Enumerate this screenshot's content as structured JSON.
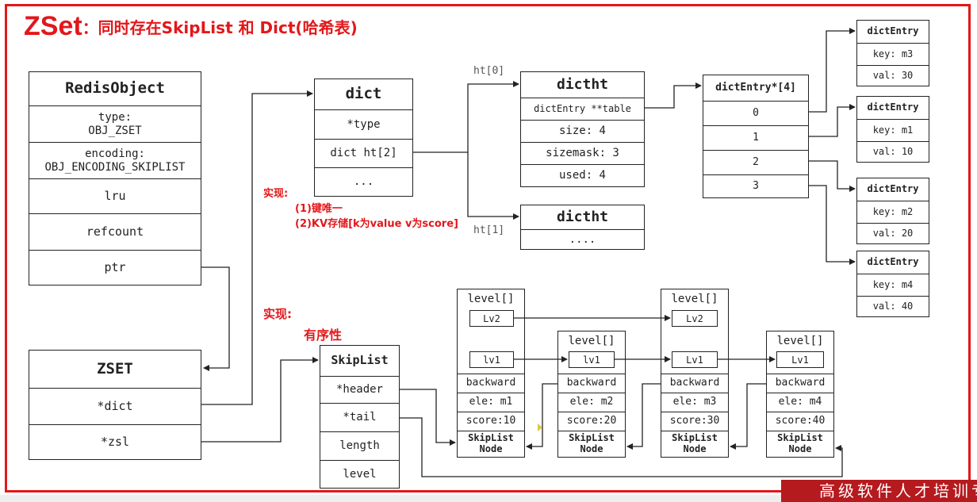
{
  "title": {
    "prefix": "ZSet",
    "rest": "：同时存在SkipList 和 Dict(哈希表)"
  },
  "colors": {
    "accent": "#e3171a",
    "line": "#222222",
    "brand": "#b51a1e"
  },
  "redis_object": {
    "header": "RedisObject",
    "type": "type:\nOBJ_ZSET",
    "encoding": "encoding:\nOBJ_ENCODING_SKIPLIST",
    "lru": "lru",
    "refcount": "refcount",
    "ptr": "ptr"
  },
  "zset": {
    "header": "ZSET",
    "dict": "*dict",
    "zsl": "*zsl"
  },
  "dict": {
    "header": "dict",
    "type": "*type",
    "ht": "dict ht[2]",
    "more": "..."
  },
  "labels": {
    "ht0": "ht[0]",
    "ht1": "ht[1]"
  },
  "dictht0": {
    "header": "dictht",
    "table": "dictEntry **table",
    "size": "size: 4",
    "sizemask": "sizemask: 3",
    "used": "used: 4"
  },
  "dictht1": {
    "header": "dictht",
    "more": "...."
  },
  "entry_array": {
    "header": "dictEntry*[4]",
    "slots": [
      "0",
      "1",
      "2",
      "3"
    ]
  },
  "entries": [
    {
      "header": "dictEntry",
      "key": "key: m3",
      "val": "val: 30"
    },
    {
      "header": "dictEntry",
      "key": "key: m1",
      "val": "val: 10"
    },
    {
      "header": "dictEntry",
      "key": "key: m2",
      "val": "val: 20"
    },
    {
      "header": "dictEntry",
      "key": "key: m4",
      "val": "val: 40"
    }
  ],
  "notes": {
    "impl1": "实现:",
    "impl1_line1": "(1)键唯一",
    "impl1_line2": "(2)KV存储[k为value v为score]",
    "impl2": "实现:",
    "impl2_line1": "有序性"
  },
  "skiplist": {
    "header": "SkipList",
    "header_ptr": "*header",
    "tail": "*tail",
    "length": "length",
    "level": "level"
  },
  "nodes": [
    {
      "level": "level[]",
      "lv2": "Lv2",
      "lv1": "lv1",
      "backward": "backward",
      "ele": "ele: m1",
      "score": "score:10",
      "footer": "SkipList\nNode"
    },
    {
      "level": "level[]",
      "lv1": "lv1",
      "backward": "backward",
      "ele": "ele: m2",
      "score": "score:20",
      "footer": "SkipList\nNode"
    },
    {
      "level": "level[]",
      "lv2": "Lv2",
      "lv1": "Lv1",
      "backward": "backward",
      "ele": "ele: m3",
      "score": "score:30",
      "footer": "SkipList\nNode"
    },
    {
      "level": "level[]",
      "lv1": "Lv1",
      "backward": "backward",
      "ele": "ele: m4",
      "score": "score:40",
      "footer": "SkipList\nNode"
    }
  ],
  "brand": "高级软件人才培训专家"
}
